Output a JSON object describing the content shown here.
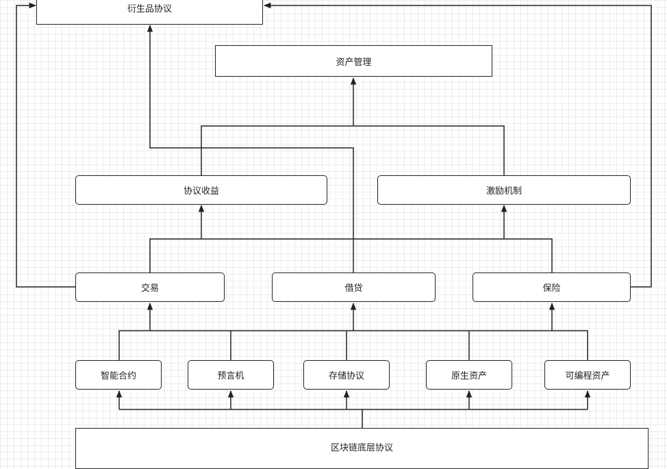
{
  "diagram": {
    "nodes": {
      "derivatives_protocol": "衍生品协议",
      "asset_management": "资产管理",
      "protocol_yield": "协议收益",
      "incentive_mechanism": "激励机制",
      "trading": "交易",
      "lending": "借贷",
      "insurance": "保险",
      "smart_contract": "智能合约",
      "oracle": "预言机",
      "storage_protocol": "存储协议",
      "native_asset": "原生资产",
      "programmable_asset": "可编程资产",
      "blockchain_base_protocol": "区块链底层协议"
    },
    "colors": {
      "line": "#222222",
      "node_fill": "#ffffff",
      "grid": "#ececec"
    }
  }
}
